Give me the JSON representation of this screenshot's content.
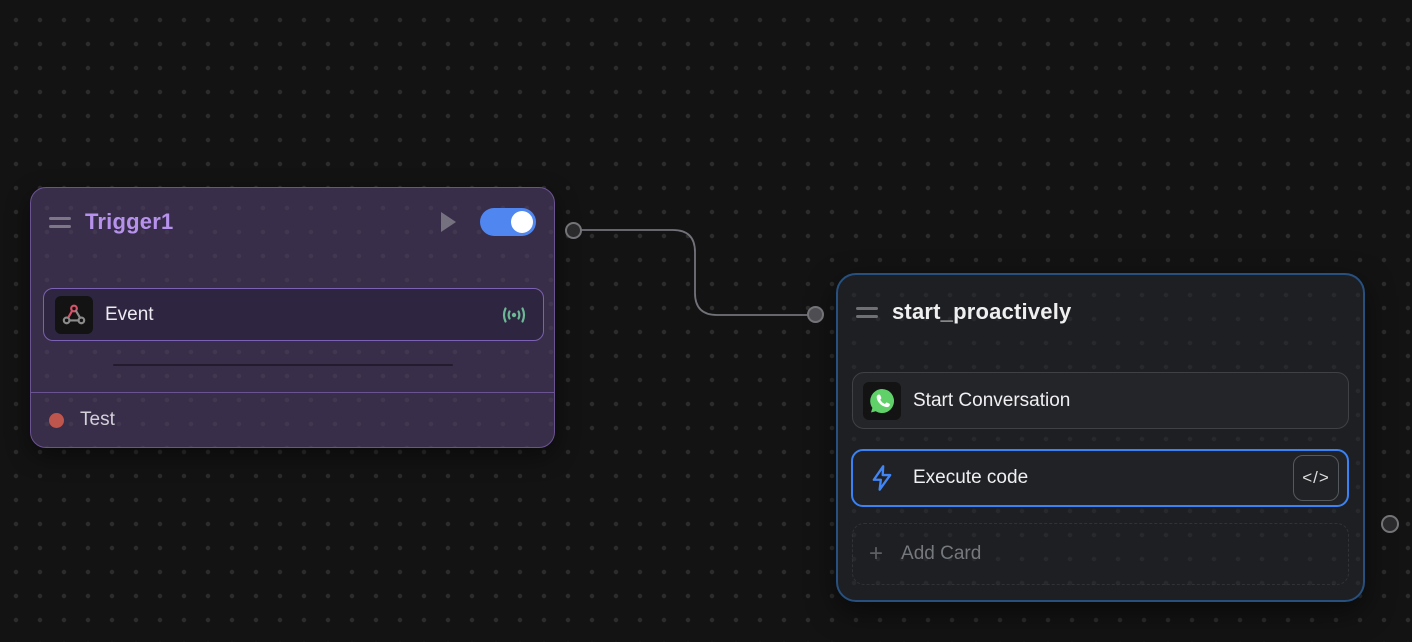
{
  "canvas": {
    "background_color": "#131313",
    "dot_color": "#2c2c2c"
  },
  "trigger_node": {
    "title": "Trigger1",
    "title_color": "#b792ec",
    "border_color": "#6b5392",
    "toggle": {
      "state": "on",
      "color": "#4f86f0"
    },
    "cards": [
      {
        "label": "Event",
        "icon": "webhook-icon",
        "right_icon": "signal-icon"
      }
    ],
    "footer": {
      "label": "Test",
      "dot_color": "#bf564e"
    }
  },
  "action_node": {
    "title": "start_proactively",
    "border_color": "#27507f",
    "selected_card_border": "#3b82f6",
    "cards": [
      {
        "label": "Start Conversation",
        "icon": "whatsapp-icon",
        "selected": false
      },
      {
        "label": "Execute code",
        "icon": "lightning-icon",
        "selected": true,
        "button_label": "</>"
      }
    ],
    "add_card": {
      "label": "Add Card",
      "plus": "+"
    }
  },
  "icon_colors": {
    "webhook_accent": "#d5536a",
    "webhook_gray": "#8b8b8b",
    "whatsapp_green": "#5fd168",
    "signal_green": "#6cb795",
    "lightning_blue": "#4285f4"
  }
}
